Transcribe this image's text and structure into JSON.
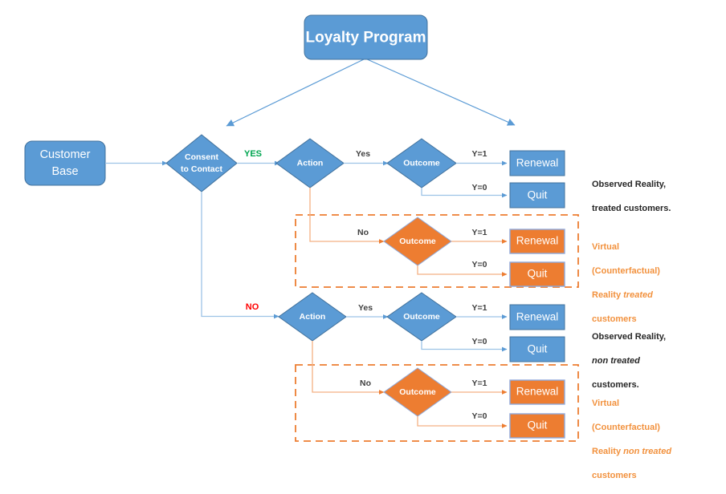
{
  "diagram": {
    "title_node": {
      "label": "Loyalty Program"
    },
    "start_node": {
      "label_line1": "Customer",
      "label_line2": "Base"
    },
    "consent_node": {
      "label_line1": "Consent",
      "label_line2": "to Contact"
    },
    "branch_labels": {
      "yes": "YES",
      "no": "NO"
    },
    "action_label": "Action",
    "outcome_label": "Outcome",
    "edge_labels": {
      "yes": "Yes",
      "no": "No",
      "y1": "Y=1",
      "y0": "Y=0"
    },
    "terminal_labels": {
      "renewal": "Renewal",
      "quit": "Quit"
    },
    "annotations": [
      {
        "id": "observed-treated",
        "text_plain": "Observed Reality, treated customers.",
        "line1": "Observed Reality,",
        "line2": "treated customers.",
        "color": "#262626"
      },
      {
        "id": "virtual-treated",
        "line1": "Virtual",
        "line2": "(Counterfactual)",
        "line3_prefix": "Reality ",
        "line3_italic": "treated",
        "line4": "customers",
        "color": "#F2913D"
      },
      {
        "id": "observed-non-treated",
        "line1": "Observed Reality,",
        "line2_italic": "non treated",
        "line3": "customers.",
        "color": "#262626"
      },
      {
        "id": "virtual-non-treated",
        "line1": "Virtual",
        "line2": "(Counterfactual)",
        "line3_prefix": "Reality ",
        "line3_italic": "non treated",
        "line4": "customers",
        "color": "#F2913D"
      }
    ],
    "colors": {
      "blue_fill": "#5B9BD5",
      "blue_stroke": "#41719C",
      "blue_arrow": "#9DC3E6",
      "orange_fill": "#ED7D31",
      "orange_stroke": "#8EA9DB",
      "orange_arrow": "#F4B183",
      "dashed_box": "#ED7D31",
      "title_arrow": "#5B9BD5",
      "yes_green": "#00A550",
      "no_red": "#FF0000"
    }
  }
}
